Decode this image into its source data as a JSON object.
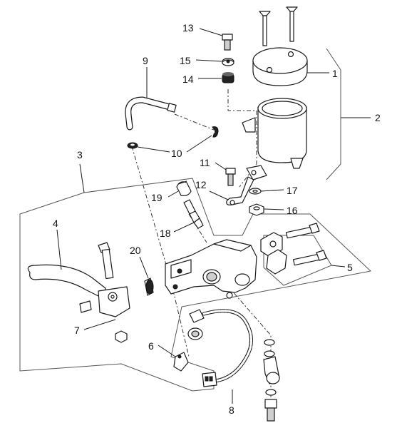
{
  "callouts": {
    "c1": "1",
    "c2": "2",
    "c3": "3",
    "c4": "4",
    "c5": "5",
    "c6": "6",
    "c7": "7",
    "c8": "8",
    "c9": "9",
    "c10": "10",
    "c11": "11",
    "c12": "12",
    "c13": "13",
    "c14": "14",
    "c15": "15",
    "c16": "16",
    "c17": "17",
    "c18": "18",
    "c19": "19",
    "c20": "20"
  },
  "colors": {
    "line": "#1a1a1a",
    "fill": "#ffffff",
    "shade": "#cfcfcf"
  }
}
